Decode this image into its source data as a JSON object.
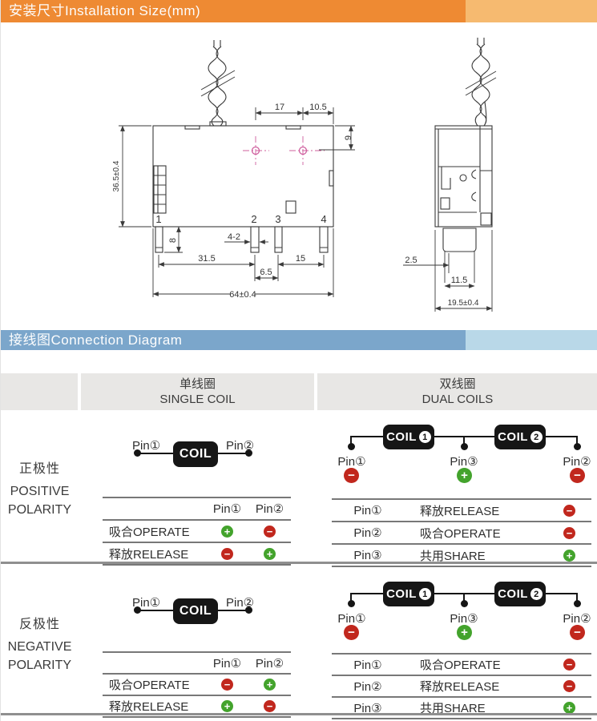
{
  "headers": {
    "installation": "安装尺寸Installation Size(mm)",
    "connection": "接线图Connection Diagram"
  },
  "drawing": {
    "front": {
      "pins": [
        "1",
        "2",
        "3",
        "4"
      ],
      "dim_17": "17",
      "dim_10_5": "10.5",
      "dim_9": "9",
      "dim_height": "36.5±0.4",
      "dim_8": "8",
      "dim_4_2": "4-2",
      "dim_31_5": "31.5",
      "dim_6_5": "6.5",
      "dim_15": "15",
      "dim_width": "64±0.4"
    },
    "side": {
      "dim_2_5": "2.5",
      "dim_11_5": "11.5",
      "dim_width": "19.5±0.4"
    }
  },
  "table": {
    "col_single_zh": "单线圈",
    "col_single_en": "SINGLE COIL",
    "col_dual_zh": "双线圈",
    "col_dual_en": "DUAL COILS",
    "rows": [
      {
        "label_zh": "正极性",
        "label_en_1": "POSITIVE",
        "label_en_2": "POLARITY",
        "single": {
          "pin_left": "Pin①",
          "pin_right": "Pin②",
          "coil": "COIL",
          "head_p1": "Pin①",
          "head_p2": "Pin②",
          "r1_label": "吸合OPERATE",
          "r1_p1": "plus",
          "r1_p2": "minus",
          "r2_label": "释放RELEASE",
          "r2_p1": "minus",
          "r2_p2": "plus"
        },
        "dual": {
          "coil": "COIL",
          "coil1_num": "1",
          "coil2_num": "2",
          "pin1": "Pin①",
          "pin3": "Pin③",
          "pin2": "Pin②",
          "pin1_sign": "minus",
          "pin3_sign": "plus",
          "pin2_sign": "minus",
          "t1_pin": "Pin①",
          "t1_action": "释放RELEASE",
          "t1_sign": "minus",
          "t2_pin": "Pin②",
          "t2_action": "吸合OPERATE",
          "t2_sign": "minus",
          "t3_pin": "Pin③",
          "t3_action": "共用SHARE",
          "t3_sign": "plus"
        }
      },
      {
        "label_zh": "反极性",
        "label_en_1": "NEGATIVE",
        "label_en_2": "POLARITY",
        "single": {
          "pin_left": "Pin①",
          "pin_right": "Pin②",
          "coil": "COIL",
          "head_p1": "Pin①",
          "head_p2": "Pin②",
          "r1_label": "吸合OPERATE",
          "r1_p1": "minus",
          "r1_p2": "plus",
          "r2_label": "释放RELEASE",
          "r2_p1": "plus",
          "r2_p2": "minus"
        },
        "dual": {
          "coil": "COIL",
          "coil1_num": "1",
          "coil2_num": "2",
          "pin1": "Pin①",
          "pin3": "Pin③",
          "pin2": "Pin②",
          "pin1_sign": "minus",
          "pin3_sign": "plus",
          "pin2_sign": "minus",
          "t1_pin": "Pin①",
          "t1_action": "吸合OPERATE",
          "t1_sign": "minus",
          "t2_pin": "Pin②",
          "t2_action": "释放RELEASE",
          "t2_sign": "minus",
          "t3_pin": "Pin③",
          "t3_action": "共用SHARE",
          "t3_sign": "plus"
        }
      }
    ]
  },
  "colors": {
    "orange": "#ee8a33",
    "orange_light": "#f6ba70",
    "blue": "#7ba6cb",
    "blue_light": "#b9d8e8",
    "plus_green": "#43a32c",
    "minus_red": "#c1271d",
    "header_gray": "#e8e7e5"
  }
}
